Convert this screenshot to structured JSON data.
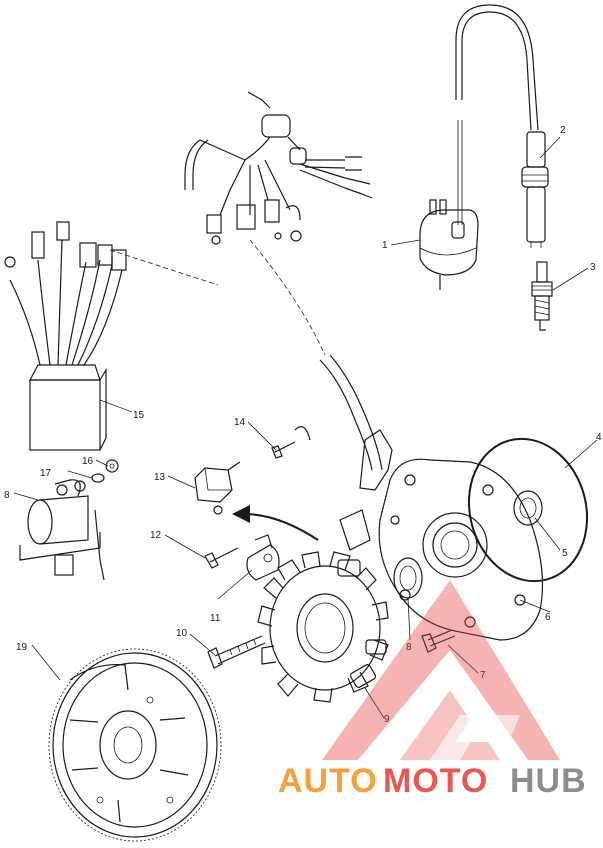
{
  "callouts": {
    "c1": "1",
    "c2": "2",
    "c3": "3",
    "c4": "4",
    "c5": "5",
    "c6": "6",
    "c7": "7",
    "c8a": "8",
    "c8b": "8",
    "c9": "9",
    "c10": "10",
    "c11": "11",
    "c12": "12",
    "c13": "13",
    "c14": "14",
    "c15": "15",
    "c16": "16",
    "c17": "17",
    "c19": "19"
  },
  "watermark": {
    "part1": "AUTO",
    "part2": "MOTO",
    "part3": "HUB"
  },
  "colors": {
    "watermark_red": "#e53935",
    "watermark_orange": "#f5a03a",
    "watermark_gray": "#8c8c8c",
    "line": "#1a1a1a"
  }
}
